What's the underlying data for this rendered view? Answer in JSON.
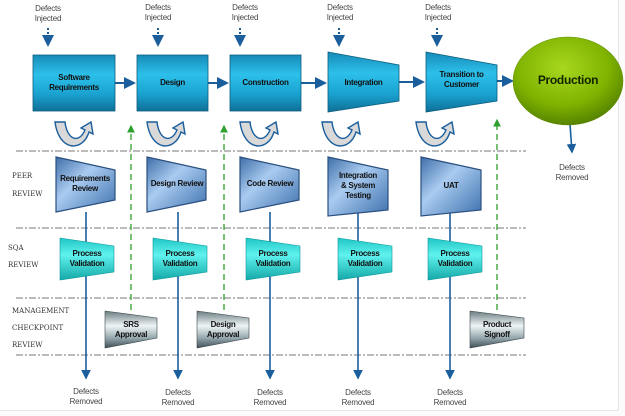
{
  "diagram": {
    "phases": [
      {
        "id": "software-requirements",
        "label_line1": "Software",
        "label_line2": "Requirements",
        "injected_line1": "Defects",
        "injected_line2": "Injected"
      },
      {
        "id": "design",
        "label_line1": "Design",
        "label_line2": "",
        "injected_line1": "Defects",
        "injected_line2": "Injected"
      },
      {
        "id": "construction",
        "label_line1": "Construction",
        "label_line2": "",
        "injected_line1": "Defects",
        "injected_line2": "Injected"
      },
      {
        "id": "integration",
        "label_line1": "Integration",
        "label_line2": "",
        "injected_line1": "Defects",
        "injected_line2": "Injected"
      },
      {
        "id": "transition",
        "label_line1": "Transition to",
        "label_line2": "Customer",
        "injected_line1": "Defects",
        "injected_line2": "Injected"
      }
    ],
    "production": {
      "label": "Production",
      "removed_line1": "Defects",
      "removed_line2": "Removed"
    },
    "row_labels": {
      "peer": {
        "line1": "PEER",
        "line2": "REVIEW"
      },
      "sqa": {
        "line1": "SQA",
        "line2": "REVIEW"
      },
      "mgmt": {
        "line1": "MANAGEMENT",
        "line2": "CHECKPOINT",
        "line3": "REVIEW"
      }
    },
    "peer_reviews": [
      {
        "line1": "Requirements",
        "line2": "Review",
        "line3": ""
      },
      {
        "line1": "Design Review",
        "line2": "",
        "line3": ""
      },
      {
        "line1": "Code Review",
        "line2": "",
        "line3": ""
      },
      {
        "line1": "Integration",
        "line2": "& System",
        "line3": "Testing"
      },
      {
        "line1": "UAT",
        "line2": "",
        "line3": ""
      }
    ],
    "sqa_reviews": [
      {
        "line1": "Process",
        "line2": "Validation"
      },
      {
        "line1": "Process",
        "line2": "Validation"
      },
      {
        "line1": "Process",
        "line2": "Validation"
      },
      {
        "line1": "Process",
        "line2": "Validation"
      },
      {
        "line1": "Process",
        "line2": "Validation"
      }
    ],
    "checkpoints": [
      {
        "line1": "SRS",
        "line2": "Approval"
      },
      {
        "line1": "Design",
        "line2": "Approval"
      },
      {
        "line1": "Product",
        "line2": "Signoff"
      }
    ],
    "removed": [
      {
        "line1": "Defects",
        "line2": "Removed"
      },
      {
        "line1": "Defects",
        "line2": "Removed"
      },
      {
        "line1": "Defects",
        "line2": "Removed"
      },
      {
        "line1": "Defects",
        "line2": "Removed"
      },
      {
        "line1": "Defects",
        "line2": "Removed"
      }
    ],
    "colors": {
      "phase_box": "#1ea9d6",
      "arrow": "#1a5e9c",
      "peer_box": "#6e9fd6",
      "sqa_box": "#2ad6d2",
      "checkpoint_box": "#6f8288",
      "production": "#7cb500",
      "green_dash": "#2ea02e"
    }
  }
}
